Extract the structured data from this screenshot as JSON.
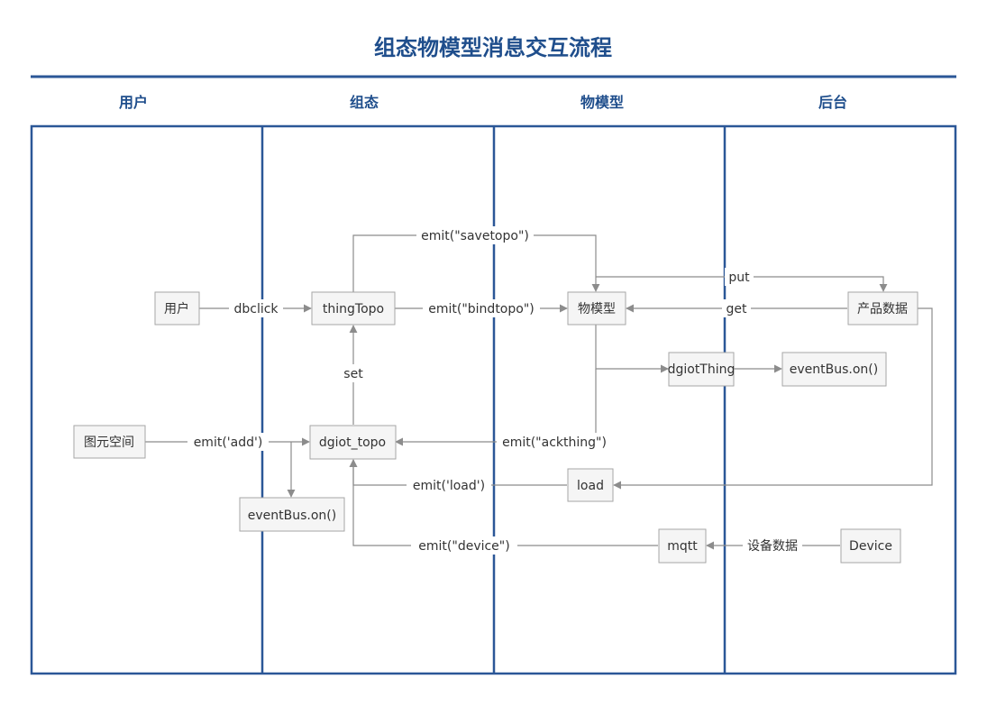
{
  "title": "组态物模型消息交互流程",
  "lanes": {
    "user": "用户",
    "topo": "组态",
    "model": "物模型",
    "backend": "后台"
  },
  "nodes": {
    "user": "用户",
    "thingTopo": "thingTopo",
    "wuModel": "物模型",
    "product": "产品数据",
    "dgiotThing": "dgiotThing",
    "eventBusRight": "eventBus.on()",
    "elementSpace": "图元空间",
    "dgiotTopo": "dgiot_topo",
    "eventBusLeft": "eventBus.on()",
    "load": "load",
    "mqtt": "mqtt",
    "device": "Device"
  },
  "edges": {
    "dbclick": "dbclick",
    "savetopo": "emit(\"savetopo\")",
    "bindtopo": "emit(\"bindtopo\")",
    "put": "put",
    "get": "get",
    "set": "set",
    "add": "emit('add')",
    "ackthing": "emit(\"ackthing\")",
    "load": "emit('load')",
    "device": "emit(\"device\")",
    "deviceData": "设备数据"
  },
  "colors": {
    "frame": "#2b5797",
    "title": "#1f4e8c",
    "node_fill": "#f5f5f5",
    "node_border": "#a6a6a6",
    "edge": "#8c8c8c"
  }
}
